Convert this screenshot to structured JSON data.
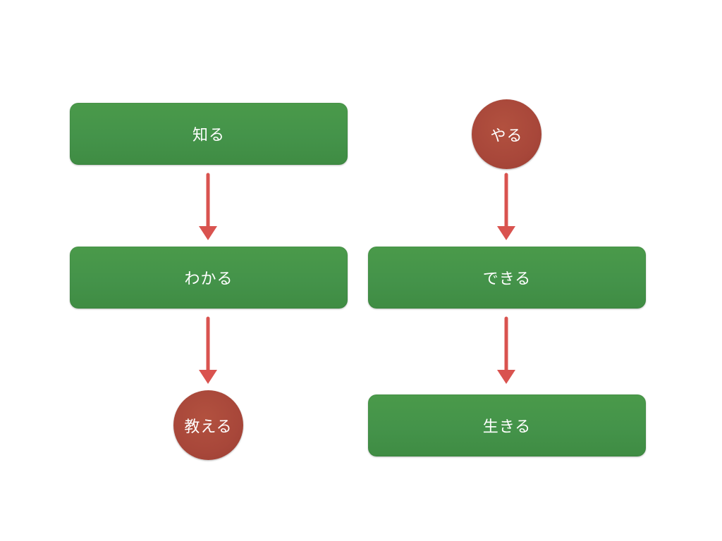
{
  "nodes": {
    "know": "知る",
    "understand": "わかる",
    "teach": "教える",
    "do": "やる",
    "can_do": "できる",
    "live": "生きる"
  },
  "colors": {
    "box_fill": "#44934a",
    "circle_fill": "#a8473a",
    "arrow": "#d9534f",
    "text": "#ffffff"
  },
  "edges": [
    {
      "from": "know",
      "to": "understand"
    },
    {
      "from": "understand",
      "to": "teach"
    },
    {
      "from": "do",
      "to": "can_do"
    },
    {
      "from": "can_do",
      "to": "live"
    }
  ]
}
